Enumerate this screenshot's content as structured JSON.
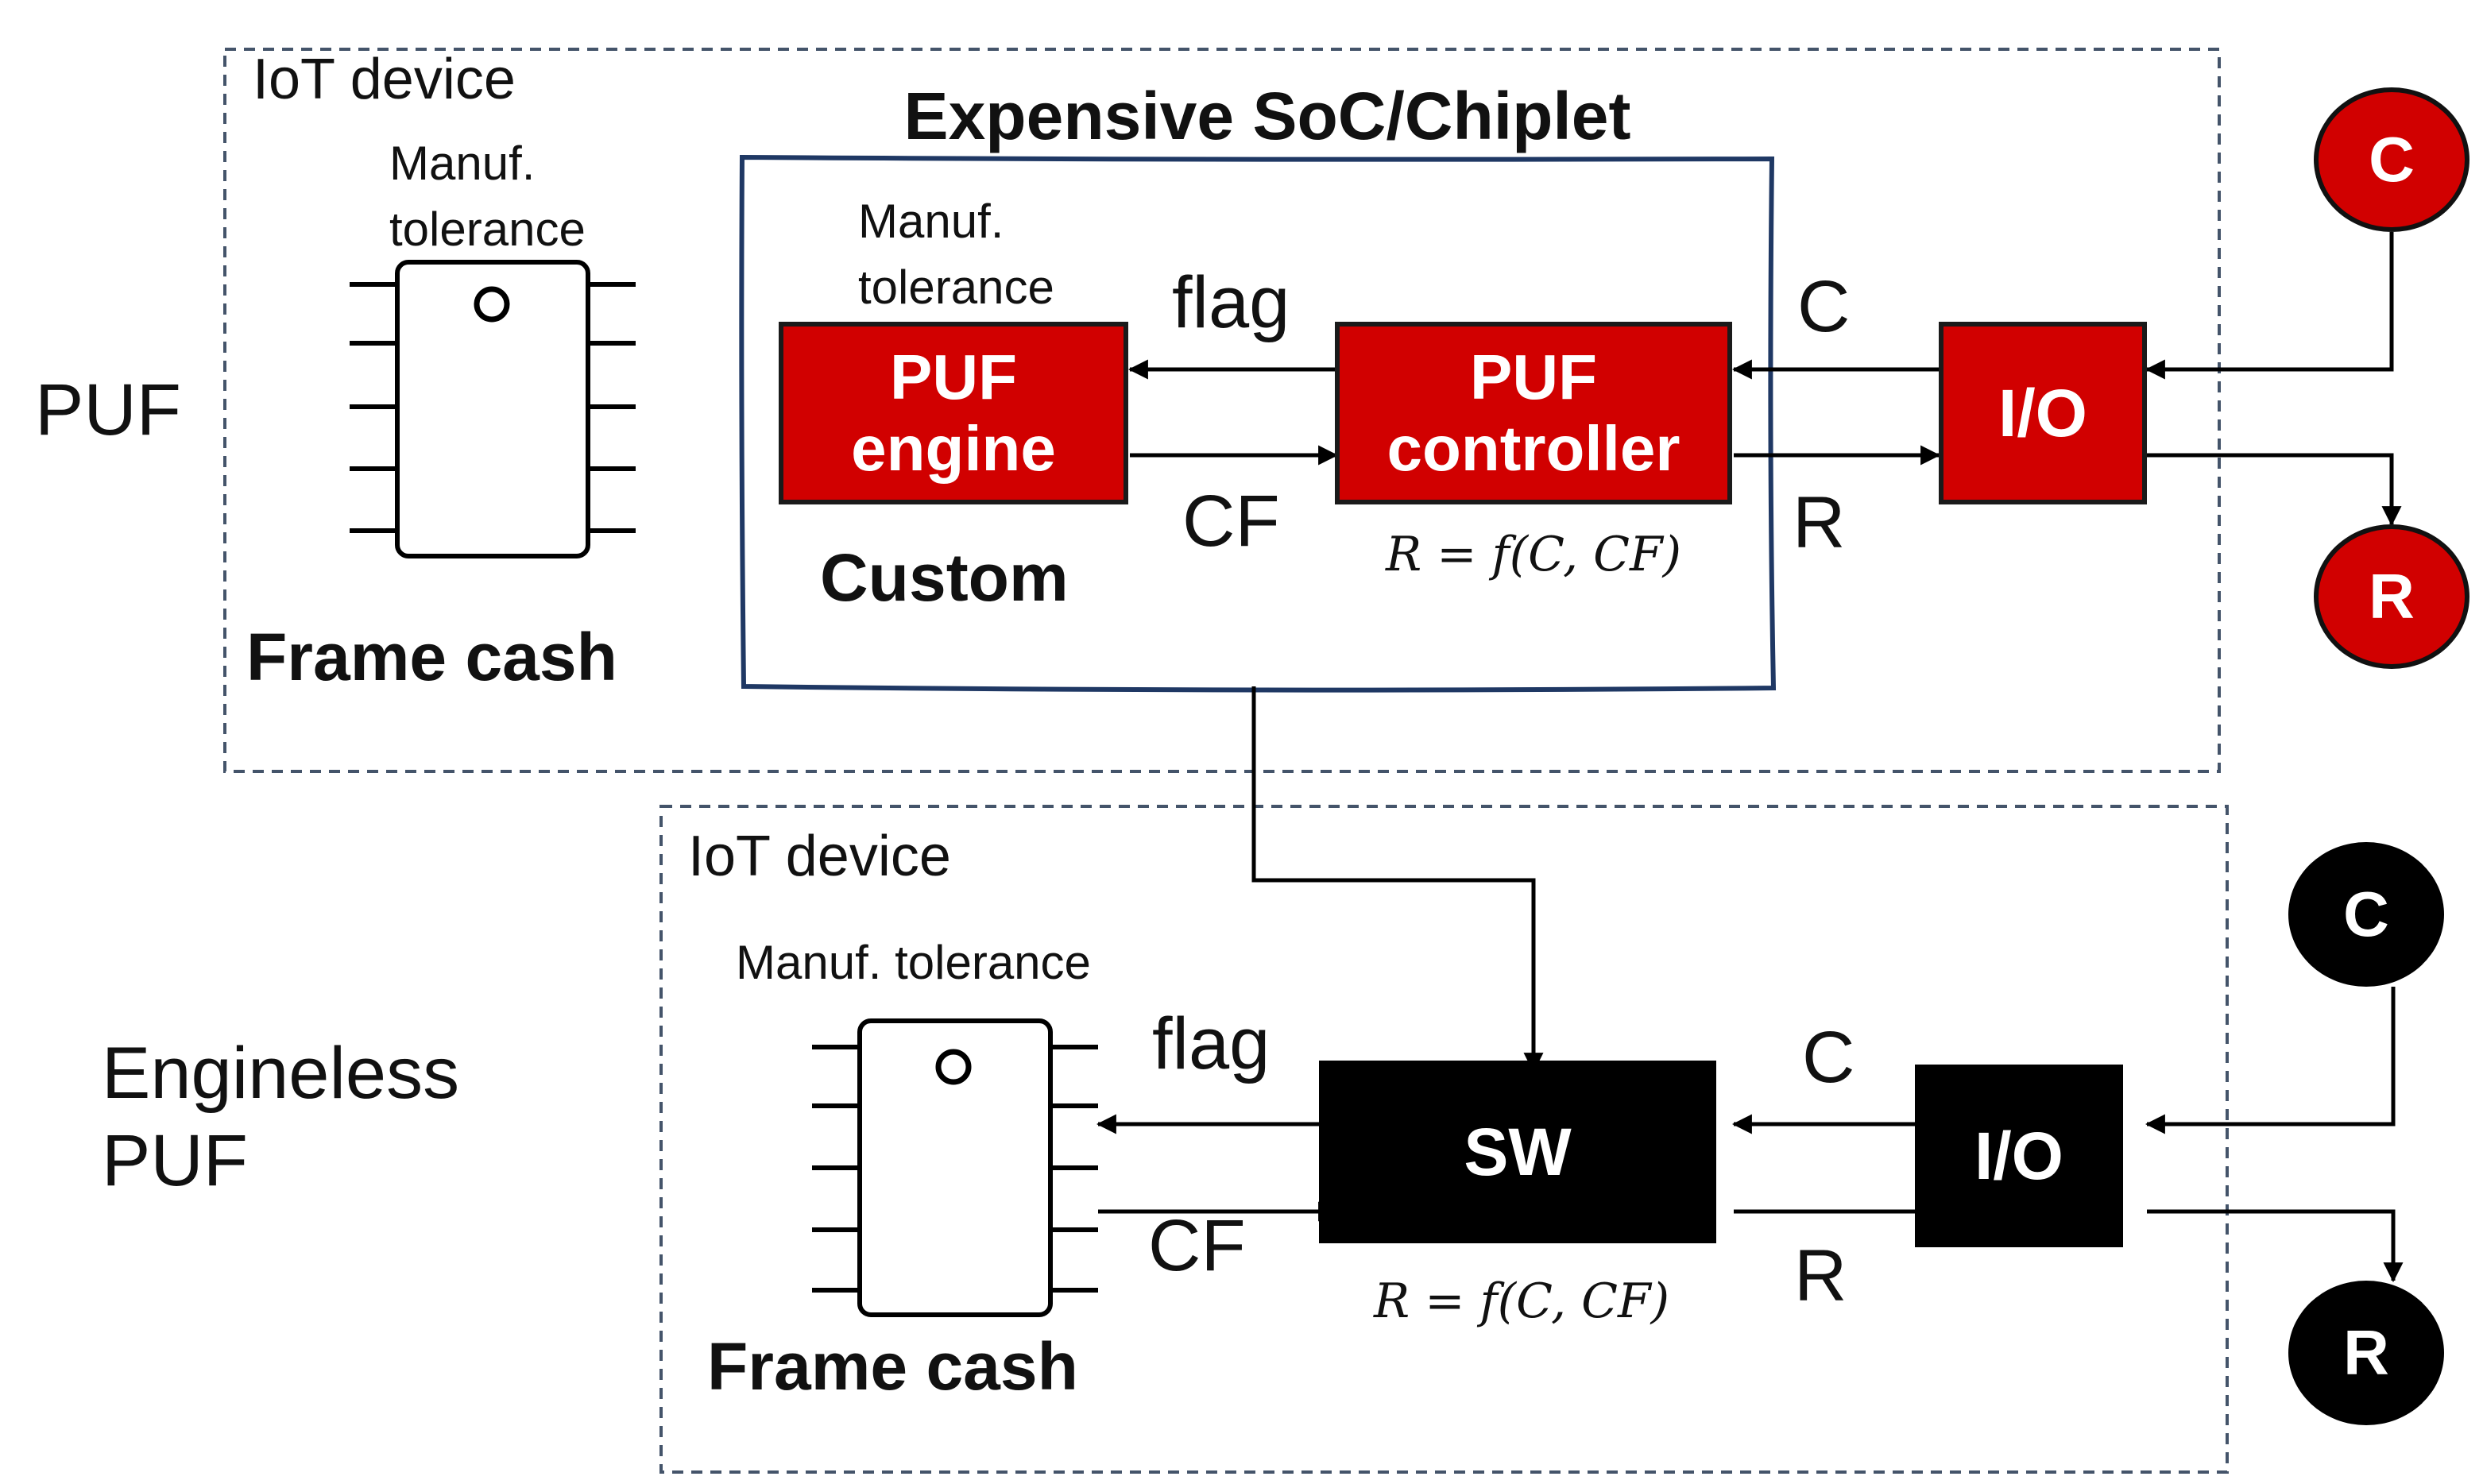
{
  "colors": {
    "red": "#d10000",
    "black": "#000000",
    "dashed_border": "#44546a",
    "soc_border": "#1f3864"
  },
  "puf": {
    "section_label": "PUF",
    "iot_label": "IoT device",
    "soc_title": "Expensive SoC/Chiplet",
    "chip_manuf_label": "Manuf.\ntolerance",
    "frame_cash_label": "Frame cash",
    "engine_manuf_label": "Manuf.\ntolerance",
    "engine_line1": "PUF",
    "engine_line2": "engine",
    "custom_label": "Custom",
    "flag_label": "flag",
    "cf_label": "CF",
    "controller_line1": "PUF",
    "controller_line2": "controller",
    "formula": "R = f(C, CF)",
    "c_label": "C",
    "r_label": "R",
    "io_label": "I/O",
    "c_node": "C",
    "r_node": "R"
  },
  "engineless": {
    "section_label": "Engineless\nPUF",
    "iot_label": "IoT device",
    "manuf_label": "Manuf. tolerance",
    "frame_cash_label": "Frame cash",
    "flag_label": "flag",
    "cf_label": "CF",
    "sw_label": "SW",
    "formula": "R = f(C, CF)",
    "c_label": "C",
    "r_label": "R",
    "io_label": "I/O",
    "c_node": "C",
    "r_node": "R"
  }
}
